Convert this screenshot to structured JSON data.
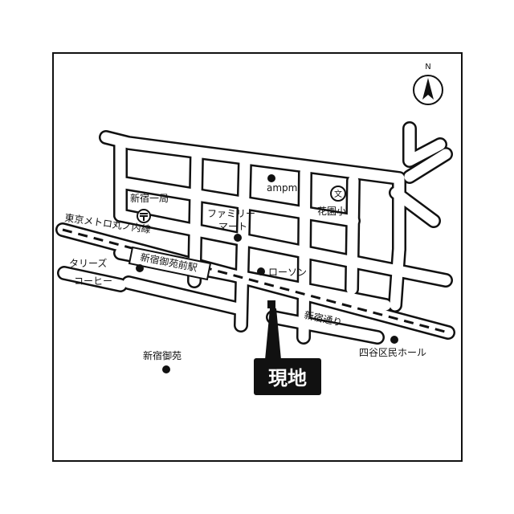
{
  "compass": {
    "label": "N"
  },
  "labels": {
    "post_office": "新宿一局",
    "ampm": "ampm",
    "school_symbol": "文",
    "school": "花園小",
    "subway_line": "東京メトロ丸ノ内線",
    "familymart_1": "ファミリー",
    "familymart_2": "マート",
    "tullys_1": "タリーズ",
    "tullys_2": "コーヒー",
    "station": "新宿御苑前駅",
    "lawson": "ローソン",
    "street": "新宿通り",
    "hall": "四谷区民ホール",
    "park": "新宿御苑",
    "site": "現地"
  },
  "colors": {
    "ink": "#111111",
    "paper": "#ffffff"
  }
}
